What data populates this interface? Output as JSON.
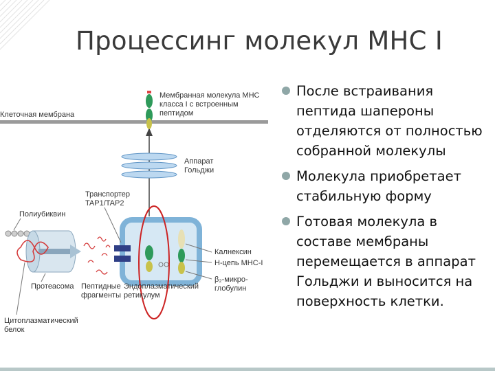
{
  "slide": {
    "title": "Процессинг молекул МНС I",
    "bullets": [
      "После встраивания пептида шапероны отделяются от полностью собранной молекулы",
      "Молекула приобретает стабильную форму",
      "Готовая молекула в составе мембраны перемещается в аппарат Гольджи и выносится на поверхность клетки."
    ]
  },
  "diagram": {
    "membrane_label": "Клеточная мембрана",
    "mhc_label": [
      "Мембранная молекула МНС",
      "класса I с встроенным",
      "пептидом"
    ],
    "golgi_label": [
      "Аппарат",
      "Гольджи"
    ],
    "tap_label": [
      "Транспортер",
      "TAP1/TAP2"
    ],
    "polyubiquitin_label": "Полиубиквин",
    "proteasome_label": "Протеасома",
    "peptides_label": [
      "Пептидные",
      "фрагменты"
    ],
    "er_label": [
      "Эндоплазматический",
      "ретикулум"
    ],
    "calnexin_label": "Калнексин",
    "heavy_chain_label": "Н-цепь МНС-I",
    "b2m_label": [
      "β₂-микро-",
      "глобулин"
    ],
    "cyto_label": [
      "Цитоплазматический",
      "белок"
    ]
  },
  "colors": {
    "title": "#3a3a3a",
    "bullet_dot": "#8fa7a7",
    "er_fill": "#d6e8f4",
    "er_border": "#7fb3d8",
    "mhc_green": "#2e9a5a",
    "oval_red": "#cc2222"
  }
}
